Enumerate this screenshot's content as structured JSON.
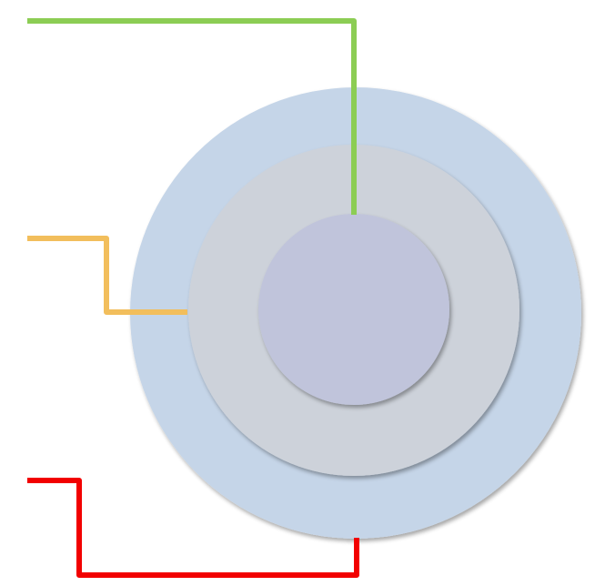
{
  "diagram": {
    "rings": [
      {
        "name": "outer-ring",
        "color": "#c5d5e8"
      },
      {
        "name": "middle-ring",
        "color": "#cdd2da"
      },
      {
        "name": "inner-circle",
        "color": "#c0c4db"
      }
    ],
    "connectors": [
      {
        "name": "green-connector",
        "color": "#8ccd54",
        "target": "inner-circle"
      },
      {
        "name": "orange-connector",
        "color": "#f2be5c",
        "target": "middle-ring"
      },
      {
        "name": "red-connector",
        "color": "#f20000",
        "target": "outer-ring"
      }
    ]
  }
}
